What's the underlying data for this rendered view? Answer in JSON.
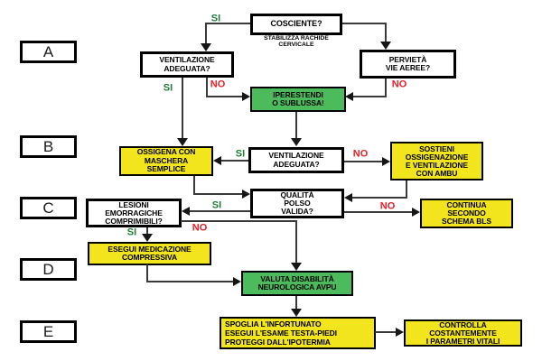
{
  "diagram": {
    "title": "BLS trauma flowchart (Italian)",
    "background": "#ffffff",
    "colors": {
      "action_yellow": "#F2E51E",
      "action_green": "#4CBB5C",
      "si_label_green": "#1F7D37",
      "no_label_red": "#EC1C24",
      "line_gray": "#3a3a3a",
      "box_border_black": "#000000"
    }
  },
  "stages": [
    "A",
    "B",
    "C",
    "D",
    "E"
  ],
  "edge_labels": {
    "si": "SI",
    "no": "NO"
  },
  "annotations": {
    "stabilizza": {
      "lines": [
        "STABILIZZA RACHIDE",
        "CERVICALE"
      ]
    }
  },
  "nodes": {
    "cosciente": {
      "type": "decision",
      "lines": [
        "COSCIENTE?"
      ]
    },
    "vent_a": {
      "type": "decision",
      "lines": [
        "VENTILAZIONE",
        "ADEGUATA?"
      ]
    },
    "pervieta": {
      "type": "decision",
      "lines": [
        "PERVIETÀ",
        "VIE AEREE?"
      ]
    },
    "iperestendi": {
      "type": "action-green",
      "lines": [
        "IPERESTENDI",
        "O SUBLUSSA!"
      ]
    },
    "ossigena": {
      "type": "action-yellow",
      "lines": [
        "OSSIGENA CON",
        "MASCHERA",
        "SEMPLICE"
      ]
    },
    "vent_b": {
      "type": "decision",
      "lines": [
        "VENTILAZIONE",
        "ADEGUATA?"
      ]
    },
    "sostieni": {
      "type": "action-yellow",
      "lines": [
        "SOSTIENI",
        "OSSIGENAZIONE",
        "E VENTILAZIONE",
        "CON AMBU"
      ]
    },
    "qualita": {
      "type": "decision",
      "lines": [
        "QUALITÀ",
        "POLSO",
        "VALIDA?"
      ]
    },
    "continua": {
      "type": "action-yellow",
      "lines": [
        "CONTINUA",
        "SECONDO",
        "SCHEMA BLS"
      ]
    },
    "lesioni": {
      "type": "decision",
      "lines": [
        "LESIONI",
        "EMORRAGICHE",
        "COMPRIMIBILI?"
      ]
    },
    "esegui": {
      "type": "action-yellow",
      "lines": [
        "ESEGUI MEDICAZIONE",
        "COMPRESSIVA"
      ]
    },
    "valuta": {
      "type": "action-green",
      "lines": [
        "VALUTA DISABILITÀ",
        "NEUROLOGICA AVPU"
      ]
    },
    "spoglia": {
      "type": "action-yellow",
      "lines": [
        "SPOGLIA L'INFORTUNATO",
        "ESEGUI L'ESAME TESTA-PIEDI",
        "PROTEGGI DALL'IPOTERMIA"
      ]
    },
    "controlla": {
      "type": "action-yellow",
      "lines": [
        "CONTROLLA",
        "COSTANTEMENTE",
        "I PARAMETRI VITALI"
      ]
    }
  }
}
